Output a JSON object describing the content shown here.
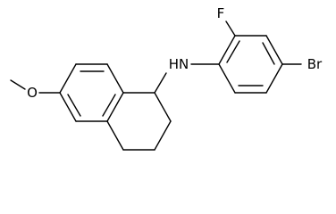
{
  "structure": {
    "labels": {
      "nh": "HN",
      "f": "F",
      "br": "Br",
      "o": "O"
    }
  }
}
